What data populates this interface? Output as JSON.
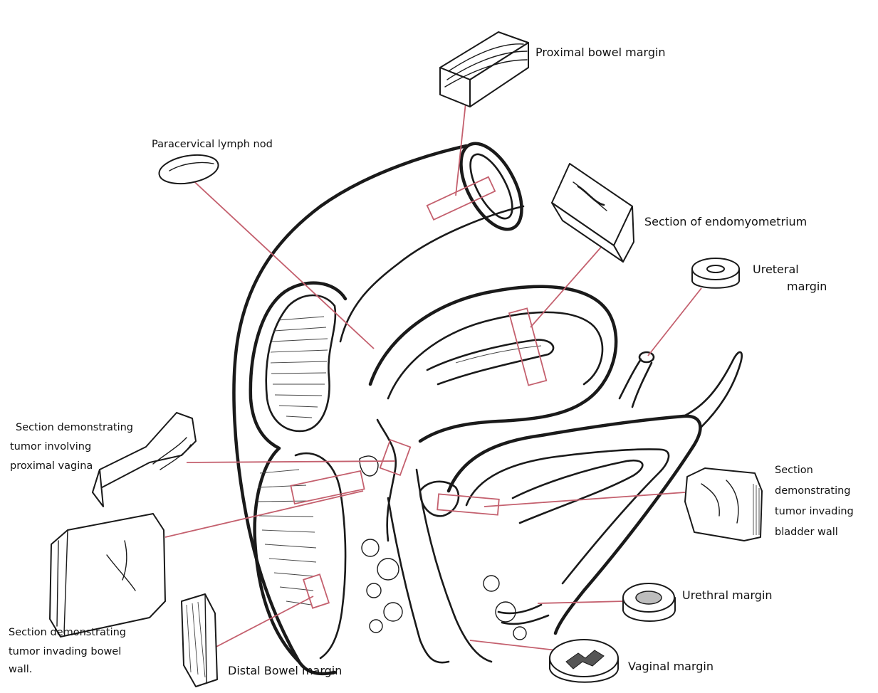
{
  "diagram": {
    "labels": {
      "proximal_bowel_margin": "Proximal bowel margin",
      "paracervical_lymph_nod": "Paracervical lymph nod",
      "section_endomyometrium": "Section  of endomyometrium",
      "ureteral_margin_line1": "Ureteral",
      "ureteral_margin_line2": "margin",
      "proximal_vagina_line1": "Section demonstrating",
      "proximal_vagina_line2": "tumor involving",
      "proximal_vagina_line3": "proximal vagina",
      "bladder_line1": "Section",
      "bladder_line2": "demonstrating",
      "bladder_line3": "tumor invading",
      "bladder_line4": "bladder wall",
      "urethral_margin": "Urethral margin",
      "bowel_wall_line1": "Section demonstrating",
      "bowel_wall_line2": "tumor invading bowel",
      "bowel_wall_line3": "wall.",
      "distal_bowel_margin": "Distal Bowel margin",
      "vaginal_margin": "Vaginal margin"
    },
    "colors": {
      "leader_lines": "#c4606e",
      "ink": "#1a1a1a",
      "background": "#ffffff"
    }
  }
}
